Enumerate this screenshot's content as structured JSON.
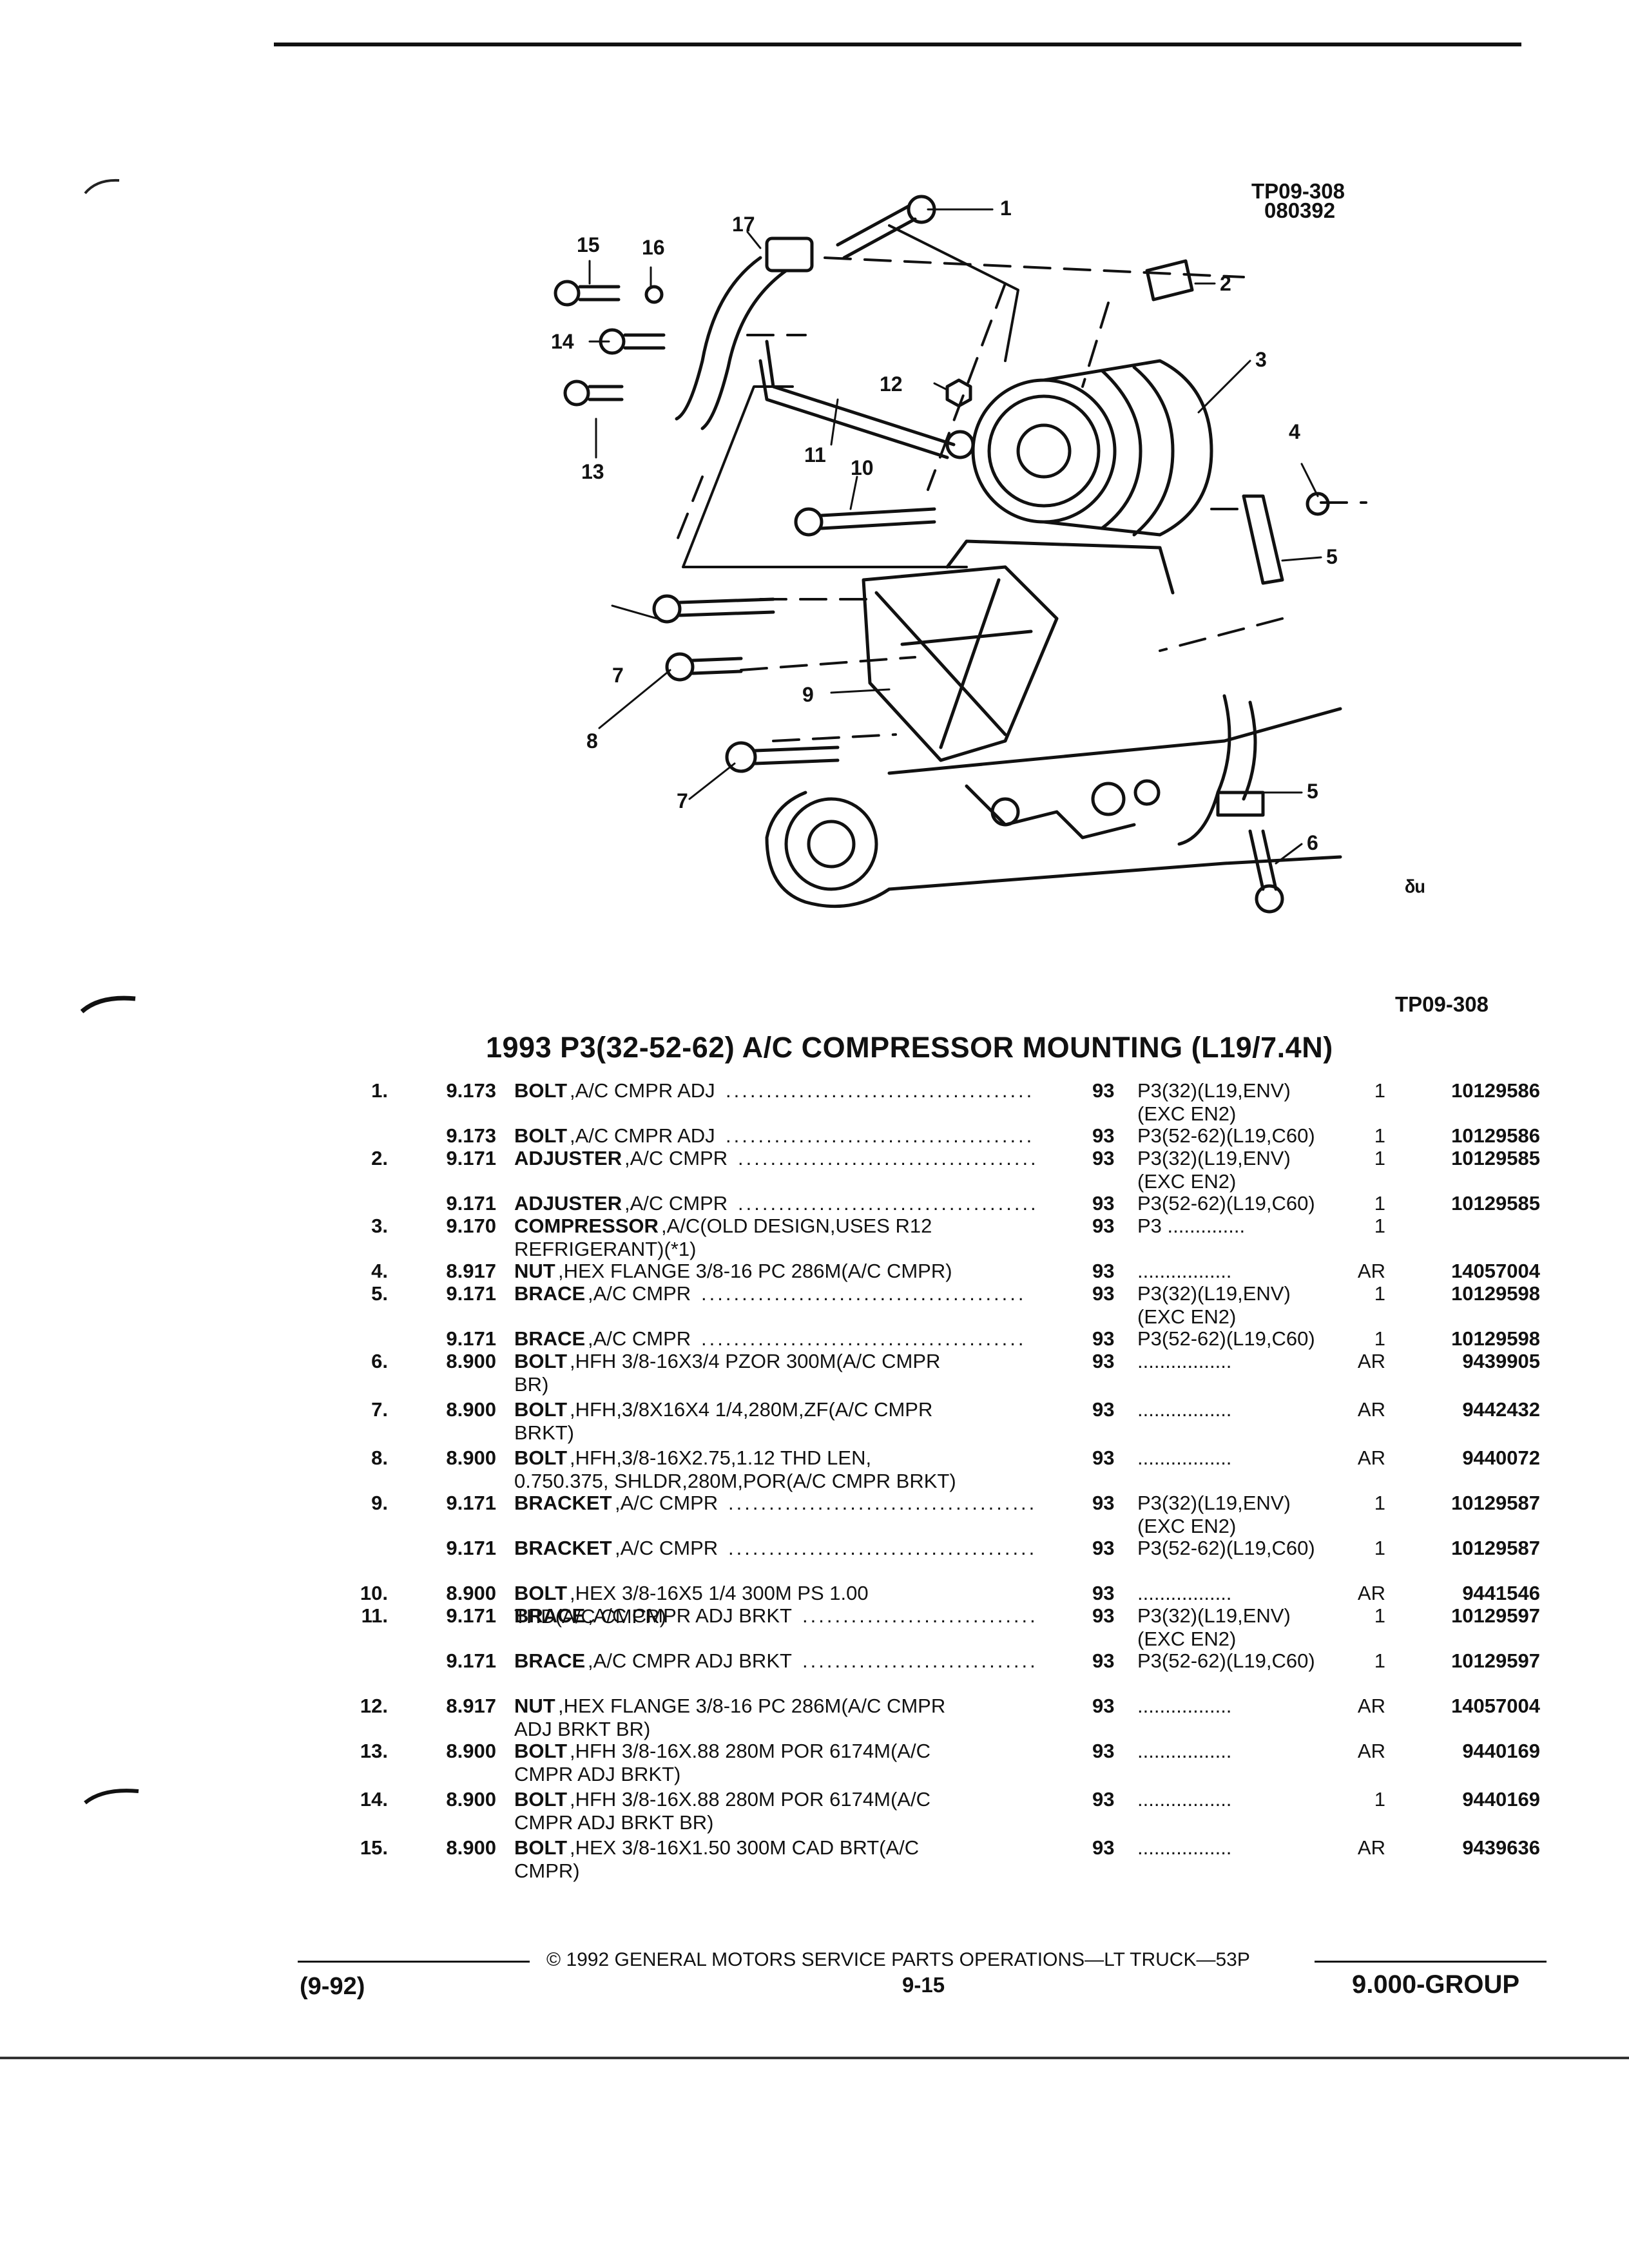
{
  "figure": {
    "id": "TP09-308",
    "date": "080392",
    "caption_id": "TP09-308",
    "callouts": [
      "1",
      "2",
      "3",
      "4",
      "5",
      "5",
      "6",
      "7",
      "7",
      "8",
      "9",
      "10",
      "11",
      "12",
      "13",
      "14",
      "15",
      "16",
      "17"
    ]
  },
  "title": "1993 P3(32-52-62) A/C COMPRESSOR MOUNTING (L19/7.4N)",
  "parts": [
    {
      "item": "1.",
      "group": "9.173",
      "name": "BOLT",
      "desc": ",A/C CMPR ADJ",
      "leader": true,
      "year": "93",
      "app": "P3(32)(L19,ENV)",
      "app2": "(EXC EN2)",
      "qty": "1",
      "pn": "10129586"
    },
    {
      "item": "",
      "group": "9.173",
      "name": "BOLT",
      "desc": ",A/C CMPR ADJ",
      "leader": true,
      "year": "93",
      "app": "P3(52-62)(L19,C60)",
      "qty": "1",
      "pn": "10129586"
    },
    {
      "item": "2.",
      "group": "9.171",
      "name": "ADJUSTER",
      "desc": ",A/C CMPR",
      "leader": true,
      "year": "93",
      "app": "P3(32)(L19,ENV)",
      "app2": "(EXC EN2)",
      "qty": "1",
      "pn": "10129585"
    },
    {
      "item": "",
      "group": "9.171",
      "name": "ADJUSTER",
      "desc": ",A/C CMPR",
      "leader": true,
      "year": "93",
      "app": "P3(52-62)(L19,C60)",
      "qty": "1",
      "pn": "10129585"
    },
    {
      "item": "3.",
      "group": "9.170",
      "name": "COMPRESSOR",
      "desc": ",A/C(OLD DESIGN,USES R12",
      "line2": "REFRIGERANT)(*1)",
      "year": "93",
      "app": "P3 ..............",
      "qty": "1",
      "pn": ""
    },
    {
      "item": "4.",
      "group": "8.917",
      "name": "NUT",
      "desc": ",HEX FLANGE 3/8-16 PC 286M(A/C CMPR)",
      "year": "93",
      "app": ".................",
      "qty": "AR",
      "pn": "14057004"
    },
    {
      "item": "5.",
      "group": "9.171",
      "name": "BRACE",
      "desc": ",A/C CMPR",
      "leader": true,
      "year": "93",
      "app": "P3(32)(L19,ENV)",
      "app2": "(EXC EN2)",
      "qty": "1",
      "pn": "10129598"
    },
    {
      "item": "",
      "group": "9.171",
      "name": "BRACE",
      "desc": ",A/C CMPR",
      "leader": true,
      "year": "93",
      "app": "P3(52-62)(L19,C60)",
      "qty": "1",
      "pn": "10129598"
    },
    {
      "item": "6.",
      "group": "8.900",
      "name": "BOLT",
      "desc": ",HFH 3/8-16X3/4 PZOR 300M(A/C CMPR",
      "line2": "BR)",
      "year": "93",
      "app": ".................",
      "qty": "AR",
      "pn": "9439905"
    },
    {
      "item": "7.",
      "group": "8.900",
      "name": "BOLT",
      "desc": ",HFH,3/8X16X4 1/4,280M,ZF(A/C CMPR",
      "line2": "BRKT)",
      "year": "93",
      "app": ".................",
      "qty": "AR",
      "pn": "9442432"
    },
    {
      "item": "8.",
      "group": "8.900",
      "name": "BOLT",
      "desc": ",HFH,3/8-16X2.75,1.12 THD LEN,",
      "line2": "0.750.375, SHLDR,280M,POR(A/C CMPR BRKT)",
      "year": "93",
      "app": ".................",
      "qty": "AR",
      "pn": "9440072"
    },
    {
      "item": "9.",
      "group": "9.171",
      "name": "BRACKET",
      "desc": ",A/C CMPR",
      "leader": true,
      "year": "93",
      "app": "P3(32)(L19,ENV)",
      "app2": "(EXC EN2)",
      "qty": "1",
      "pn": "10129587"
    },
    {
      "item": "",
      "group": "9.171",
      "name": "BRACKET",
      "desc": ",A/C CMPR",
      "leader": true,
      "year": "93",
      "app": "P3(52-62)(L19,C60)",
      "qty": "1",
      "pn": "10129587"
    },
    {
      "item": "10.",
      "group": "8.900",
      "name": "BOLT",
      "desc": ",HEX 3/8-16X5 1/4 300M PS 1.00",
      "line2": "THD(A/C CMPR)",
      "year": "93",
      "app": ".................",
      "qty": "AR",
      "pn": "9441546"
    },
    {
      "item": "11.",
      "group": "9.171",
      "name": "BRACE",
      "desc": ",A/C CMPR ADJ BRKT",
      "leader": true,
      "year": "93",
      "app": "P3(32)(L19,ENV)",
      "app2": "(EXC EN2)",
      "qty": "1",
      "pn": "10129597"
    },
    {
      "item": "",
      "group": "9.171",
      "name": "BRACE",
      "desc": ",A/C CMPR ADJ BRKT",
      "leader": true,
      "year": "93",
      "app": "P3(52-62)(L19,C60)",
      "qty": "1",
      "pn": "10129597"
    },
    {
      "item": "12.",
      "group": "8.917",
      "name": "NUT",
      "desc": ",HEX FLANGE 3/8-16 PC 286M(A/C CMPR",
      "line2": "ADJ BRKT BR)",
      "year": "93",
      "app": ".................",
      "qty": "AR",
      "pn": "14057004"
    },
    {
      "item": "13.",
      "group": "8.900",
      "name": "BOLT",
      "desc": ",HFH 3/8-16X.88 280M POR 6174M(A/C",
      "line2": "CMPR ADJ BRKT)",
      "year": "93",
      "app": ".................",
      "qty": "AR",
      "pn": "9440169"
    },
    {
      "item": "14.",
      "group": "8.900",
      "name": "BOLT",
      "desc": ",HFH 3/8-16X.88 280M POR 6174M(A/C",
      "line2": "CMPR ADJ BRKT BR)",
      "year": "93",
      "app": ".................",
      "qty": "1",
      "pn": "9440169"
    },
    {
      "item": "15.",
      "group": "8.900",
      "name": "BOLT",
      "desc": ",HEX 3/8-16X1.50 300M CAD BRT(A/C",
      "line2": "CMPR)",
      "year": "93",
      "app": ".................",
      "qty": "AR",
      "pn": "9439636"
    }
  ],
  "footer": {
    "copyright": "© 1992 GENERAL MOTORS SERVICE PARTS OPERATIONS—LT TRUCK—53P",
    "date_code": "(9-92)",
    "page": "9-15",
    "group": "9.000-GROUP"
  }
}
